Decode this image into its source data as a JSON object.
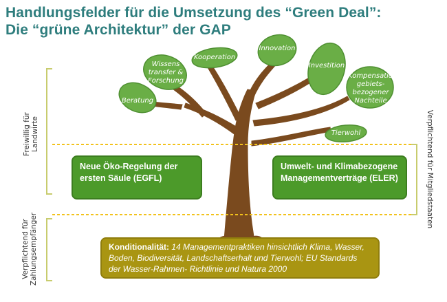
{
  "title": {
    "line1": "Handlungsfelder  für die Umsetzung des “Green Deal”:",
    "line2": "Die “grüne Architektur” der GAP"
  },
  "leaves": {
    "beratung": "Beratung",
    "wissens": "Wissens transfer & Forschung",
    "kooperation": "Kooperation",
    "innovation": "Innovation",
    "investition": "Investition",
    "kompensation": "Kompensation gebiets-bezogener Nachteile",
    "tierwohl": "Tierwohl"
  },
  "boxes": {
    "oeko": "Neue Öko-Regelung der ersten Säule (EGFL)",
    "umwelt": "Umwelt- und Klimabezogene Managementverträge (ELER)",
    "konditionalitaet_label": "Konditionalität:",
    "konditionalitaet_text": " 14 Managementpraktiken hinsichtlich Klima, Wasser, Boden, Biodiversität, Landschaftserhalt und Tierwohl; EU Standards der Wasser-Rahmen- Richtlinie  und Natura 2000"
  },
  "side_labels": {
    "left_top": "Freiwillig für Landwirte",
    "left_bottom": "Verpflichtend für Zahlungsempfänger",
    "right": "Verpflichtend für Mitgliedstaaten"
  },
  "colors": {
    "title": "#2e7d7d",
    "leaf": "#6aae46",
    "trunk": "#7a4a1e",
    "box_green": "#4c9a2a",
    "box_olive": "#a99512",
    "dashed_line": "#f2c21b",
    "bracket": "#c8cc6e"
  }
}
